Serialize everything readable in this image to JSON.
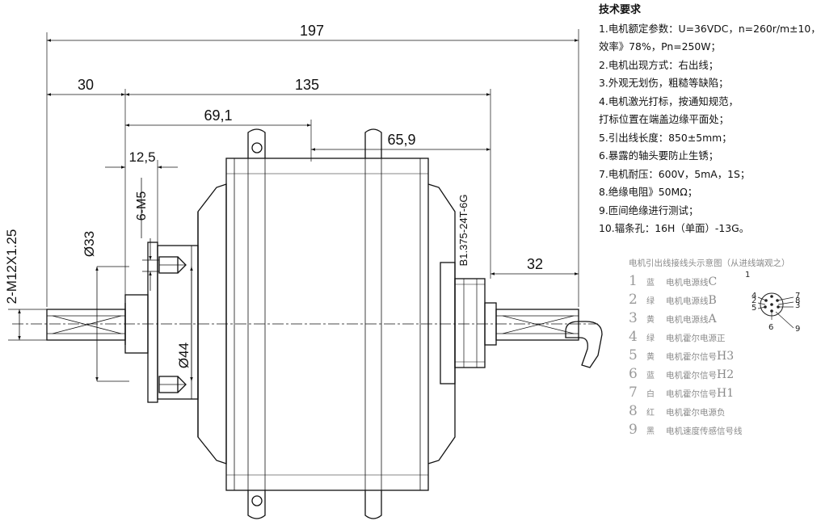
{
  "dimensions": {
    "overall": "197",
    "shaft_left": "30",
    "body": "135",
    "half_left": "69,1",
    "half_right": "65,9",
    "flange_offset": "12,5",
    "right_shaft": "32",
    "thread": "2-M12X1.25",
    "screws": "6-M5",
    "dia_33": "Ø33",
    "dia_44": "Ø44",
    "freewheel": "B1.375-24T-6G"
  },
  "notes": {
    "title": "技术要求",
    "lines": [
      "1.电机额定参数：U=36VDC，n=260r/m±10，",
      "效率》78%，Pn=250W；",
      "2.电机出现方式：右出线；",
      "3.外观无划伤，粗糙等缺陷；",
      "4.电机激光打标，按通知规范，",
      "打标位置在端盖边缘平面处；",
      "5.引出线长度：850±5mm；",
      "6.暴露的轴头要防止生锈；",
      "7.电机耐压：600V，5mA，1S；",
      "8.绝缘电阻》50MΩ；",
      "9.匝间绝缘进行测试；",
      "10.辐条孔：16H（单面）-13G。"
    ]
  },
  "legend": {
    "title": "电机引出线接线头示意图（从进线端观之）",
    "rows": [
      {
        "num": "1",
        "color": "蓝",
        "func": "电机电源线",
        "suffix": "C"
      },
      {
        "num": "2",
        "color": "绿",
        "func": "电机电源线",
        "suffix": "B"
      },
      {
        "num": "3",
        "color": "黄",
        "func": "电机电源线",
        "suffix": "A"
      },
      {
        "num": "4",
        "color": "绿",
        "func": "电机霍尔电源正",
        "suffix": ""
      },
      {
        "num": "5",
        "color": "黄",
        "func": "电机霍尔信号",
        "suffix": "H3"
      },
      {
        "num": "6",
        "color": "蓝",
        "func": "电机霍尔信号",
        "suffix": "H2"
      },
      {
        "num": "7",
        "color": "白",
        "func": "电机霍尔信号",
        "suffix": "H1"
      },
      {
        "num": "8",
        "color": "红",
        "func": "电机霍尔电源负",
        "suffix": ""
      },
      {
        "num": "9",
        "color": "黑",
        "func": "电机速度传感信号线",
        "suffix": ""
      }
    ]
  },
  "connector": {
    "pins": [
      "1",
      "2",
      "3",
      "4",
      "5",
      "6",
      "7",
      "8",
      "9"
    ]
  }
}
